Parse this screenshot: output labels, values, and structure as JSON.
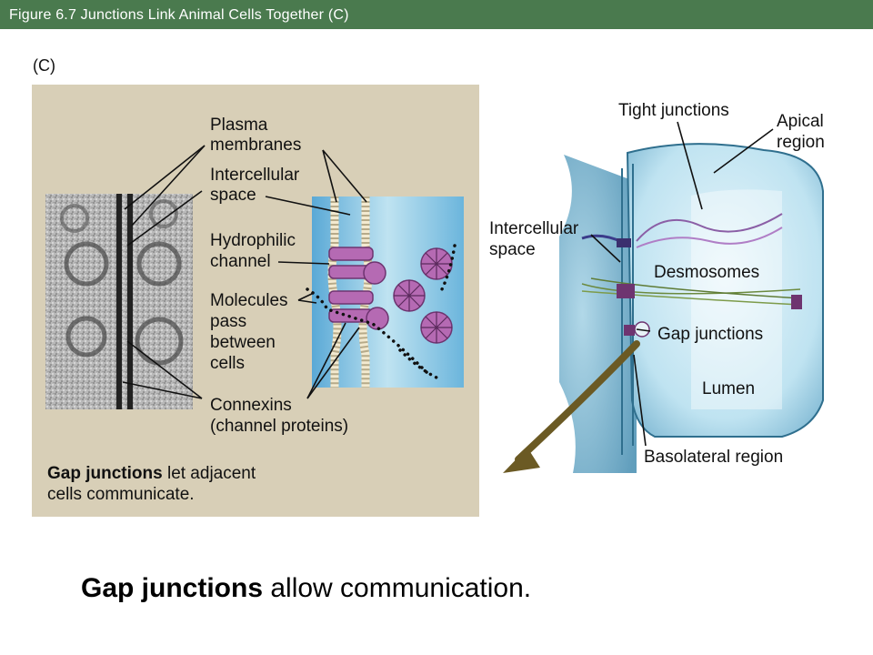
{
  "header": {
    "title": "Figure 6.7  Junctions Link Animal Cells Together (C)"
  },
  "panel": {
    "label": "(C)",
    "labels": {
      "plasma_membranes_1": "Plasma",
      "plasma_membranes_2": "membranes",
      "intercellular_space_1": "Intercellular",
      "intercellular_space_2": "space",
      "hydrophilic_channel_1": "Hydrophilic",
      "hydrophilic_channel_2": "channel",
      "molecules_1": "Molecules",
      "molecules_2": "pass",
      "molecules_3": "between",
      "molecules_4": "cells",
      "connexins_1": "Connexins",
      "connexins_2": "(channel proteins)"
    },
    "caption_bold": "Gap junctions",
    "caption_rest_1": " let adjacent",
    "caption_rest_2": "cells communicate."
  },
  "cell_diagram": {
    "tight_junctions": "Tight junctions",
    "apical_1": "Apical",
    "apical_2": "region",
    "intercellular_1": "Intercellular",
    "intercellular_2": "space",
    "desmosomes": "Desmosomes",
    "gap_junctions": "Gap junctions",
    "lumen": "Lumen",
    "basolateral": "Basolateral region"
  },
  "bottom_caption": {
    "bold": "Gap junctions",
    "rest": " allow communication."
  },
  "colors": {
    "title_bar": "#4a7a4e",
    "panel_bg": "#d8cfb7",
    "cell_blue": "#9fd0e6",
    "connexin_purple": "#b56ab3",
    "arrow": "#6b5a24"
  }
}
